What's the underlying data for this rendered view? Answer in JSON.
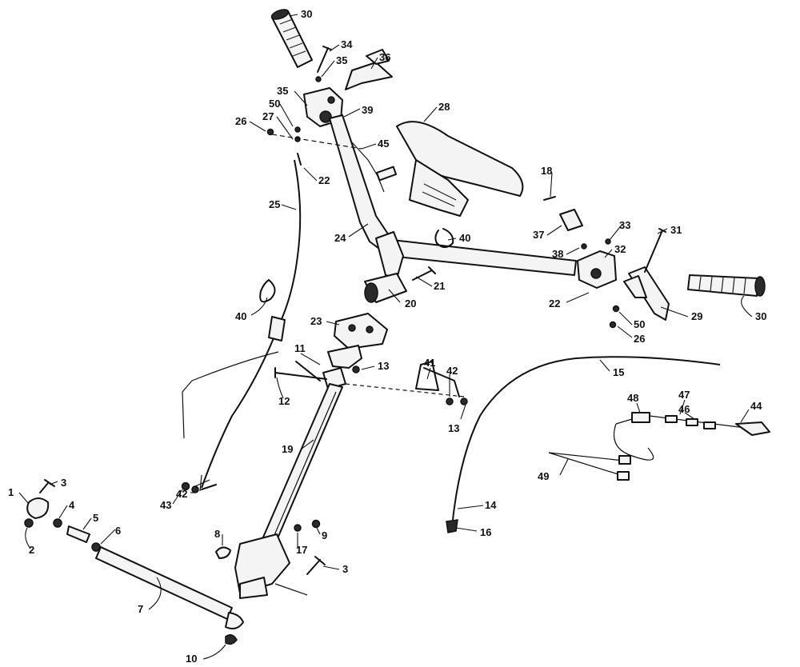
{
  "diagram": {
    "callouts": {
      "c30a": "30",
      "c34": "34",
      "c35a": "35",
      "c36": "36",
      "c35b": "35",
      "c50a": "50",
      "c27": "27",
      "c39": "39",
      "c28": "28",
      "c26a": "26",
      "c45": "45",
      "c22a": "22",
      "c18": "18",
      "c25": "25",
      "c33": "33",
      "c31": "31",
      "c37": "37",
      "c40a": "40",
      "c24": "24",
      "c38": "38",
      "c32": "32",
      "c21": "21",
      "c22b": "22",
      "c30b": "30",
      "c20": "20",
      "c29": "29",
      "c40b": "40",
      "c50b": "50",
      "c26b": "26",
      "c23": "23",
      "c15": "15",
      "c11": "11",
      "c13a": "13",
      "c41": "41",
      "c42a": "42",
      "c48": "48",
      "c47": "47",
      "c12": "12",
      "c46": "46",
      "c44": "44",
      "c13b": "13",
      "c19": "19",
      "c49": "49",
      "c3a": "3",
      "c14": "14",
      "c1": "1",
      "c4": "4",
      "c5": "5",
      "c43": "43",
      "c42b": "42",
      "c6": "6",
      "c16": "16",
      "c2": "2",
      "c8": "8",
      "c9": "9",
      "c17": "17",
      "c3b": "3",
      "c7": "7",
      "c10": "10"
    }
  }
}
